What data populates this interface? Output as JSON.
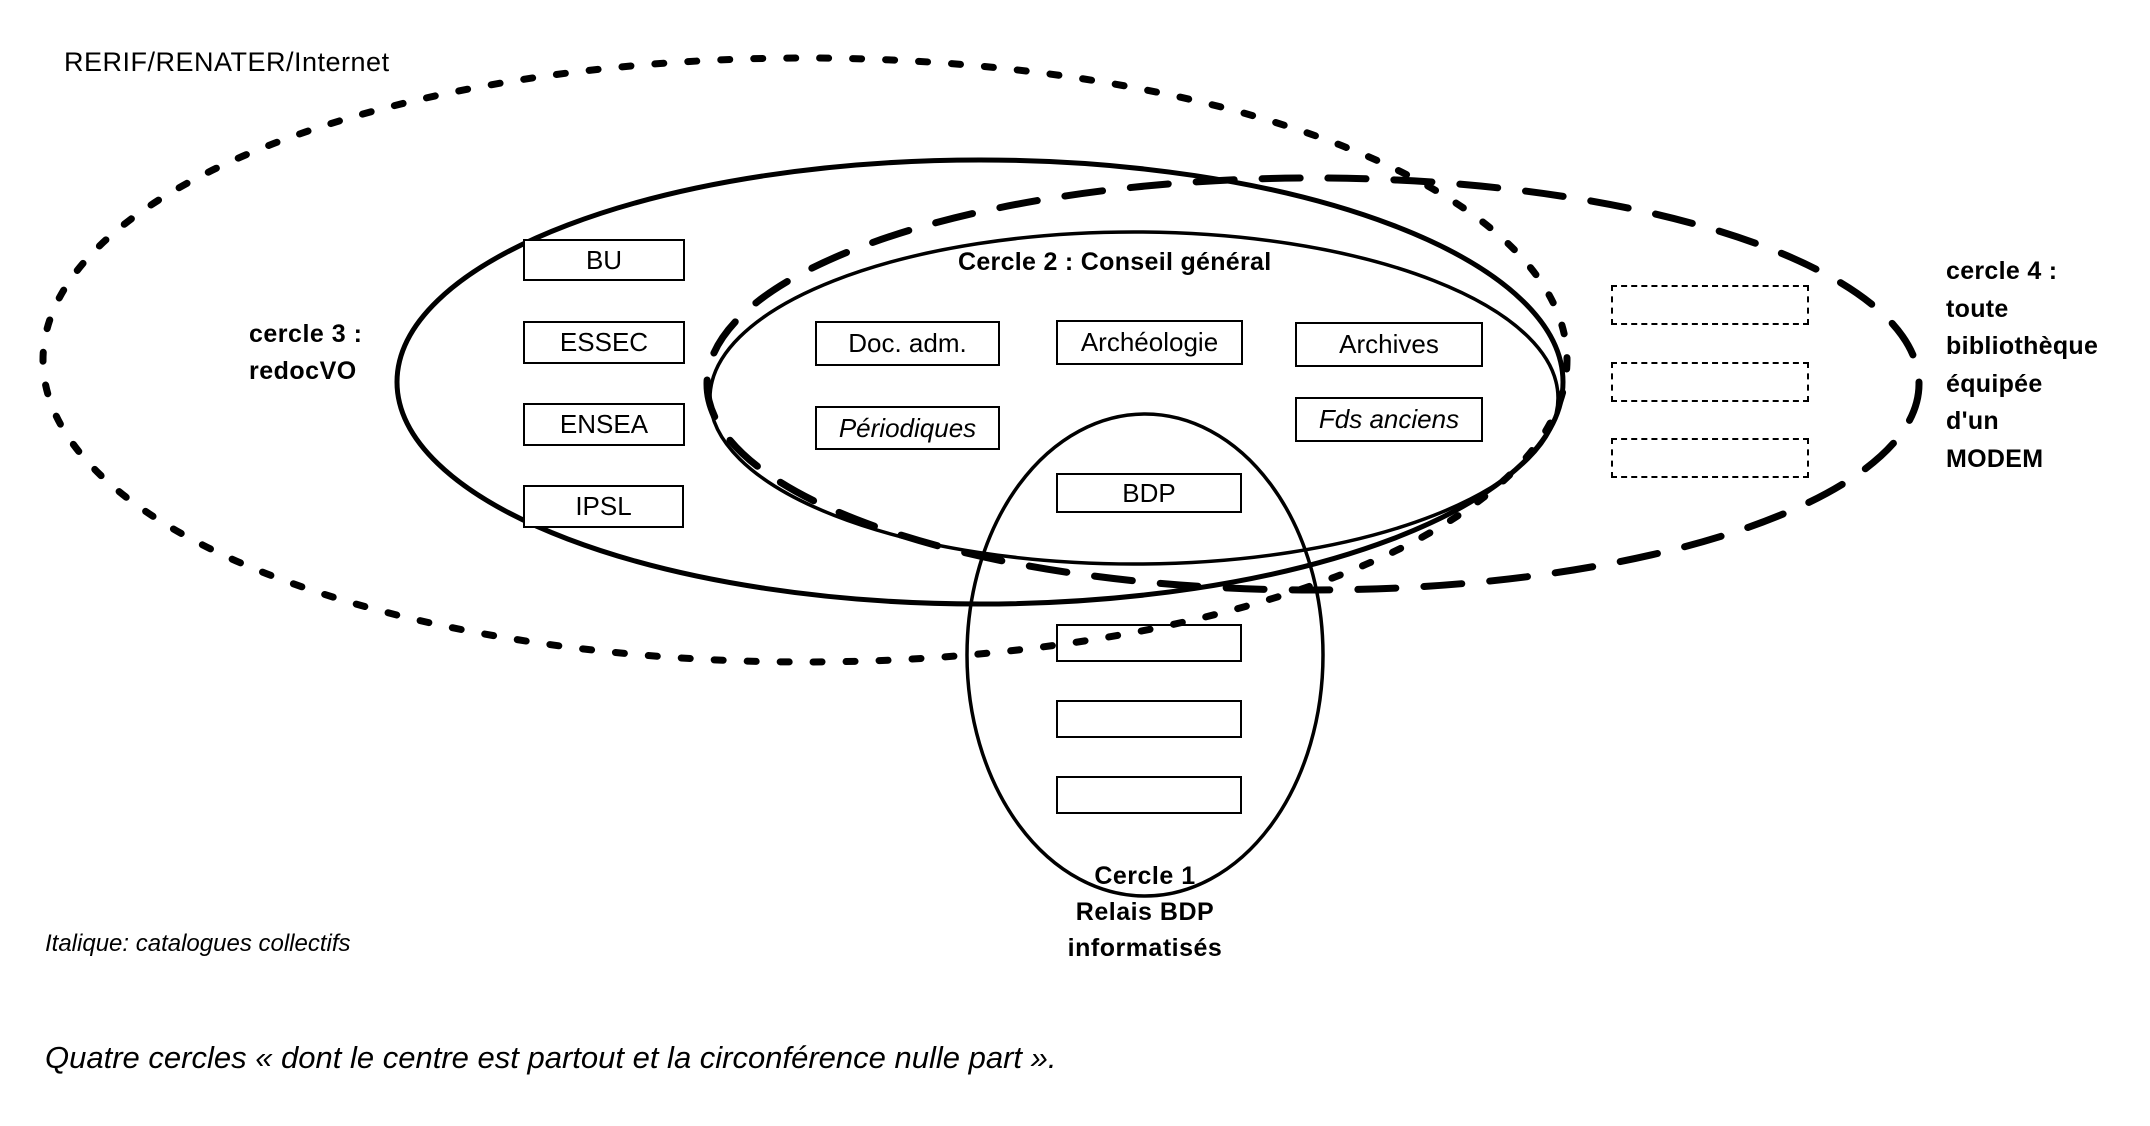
{
  "network_label": "RERIF/RENATER/Internet",
  "circles": {
    "circle1": {
      "label_lines": [
        "Cercle 1",
        "Relais BDP",
        "informatisés"
      ]
    },
    "circle2": {
      "label": "Cercle 2 : Conseil général"
    },
    "circle3": {
      "label_lines": [
        "cercle 3 :",
        "redocVO"
      ]
    },
    "circle4": {
      "label_lines": [
        "cercle 4 :",
        "toute",
        "bibliothèque",
        "équipée",
        "d'un",
        "MODEM"
      ]
    }
  },
  "circle3_members": [
    "BU",
    "ESSEC",
    "ENSEA",
    "IPSL"
  ],
  "circle2_members": [
    {
      "label": "Doc. adm.",
      "italic": false
    },
    {
      "label": "Archéologie",
      "italic": false
    },
    {
      "label": "Archives",
      "italic": false
    },
    {
      "label": "Périodiques",
      "italic": true
    },
    {
      "label": "Fds anciens",
      "italic": true
    }
  ],
  "bdp_label": "BDP",
  "circle1_empty_boxes": 3,
  "circle4_empty_dashed_boxes": 3,
  "legend_note": "Italique: catalogues collectifs",
  "caption": "Quatre cercles « dont le centre est partout et la circonférence nulle part »."
}
